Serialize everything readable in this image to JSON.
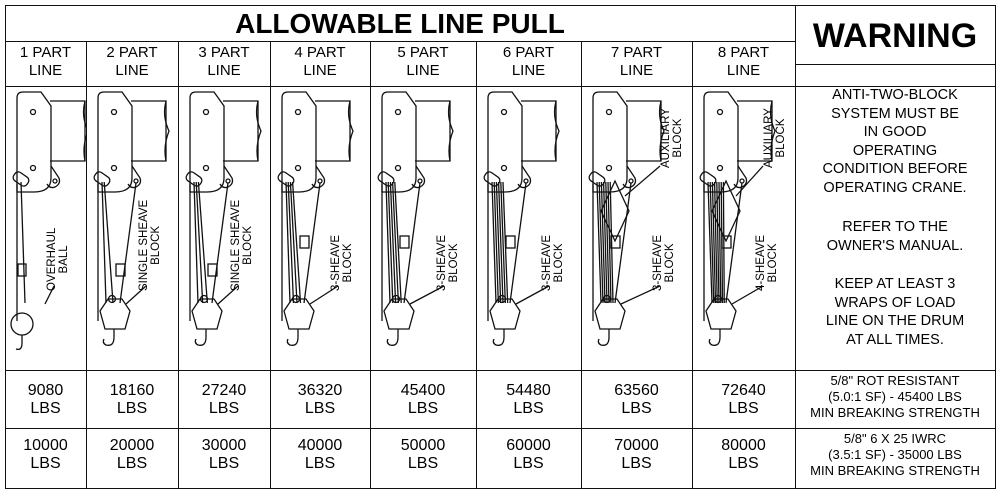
{
  "title": "ALLOWABLE LINE PULL",
  "warning": {
    "heading": "WARNING",
    "notes": [
      [
        "ANTI-TWO-BLOCK",
        "SYSTEM MUST BE",
        "IN GOOD",
        "OPERATING",
        "CONDITION BEFORE",
        "OPERATING CRANE."
      ],
      [
        "REFER TO THE",
        "OWNER'S MANUAL."
      ],
      [
        "KEEP AT LEAST 3",
        "WRAPS OF LOAD",
        "LINE ON THE DRUM",
        "AT ALL TIMES."
      ]
    ]
  },
  "columns": [
    {
      "line1": "1 PART",
      "line2": "LINE",
      "parts": 1,
      "block_label": [
        "OVERHAUL",
        "BALL"
      ],
      "aux_label": null,
      "rot": [
        "9080",
        "LBS"
      ],
      "iwrc": [
        "10000",
        "LBS"
      ]
    },
    {
      "line1": "2 PART",
      "line2": "LINE",
      "parts": 2,
      "block_label": [
        "SINGLE SHEAVE",
        "BLOCK"
      ],
      "aux_label": null,
      "rot": [
        "18160",
        "LBS"
      ],
      "iwrc": [
        "20000",
        "LBS"
      ]
    },
    {
      "line1": "3 PART",
      "line2": "LINE",
      "parts": 3,
      "block_label": [
        "SINGLE SHEAVE",
        "BLOCK"
      ],
      "aux_label": null,
      "rot": [
        "27240",
        "LBS"
      ],
      "iwrc": [
        "30000",
        "LBS"
      ]
    },
    {
      "line1": "4 PART",
      "line2": "LINE",
      "parts": 4,
      "block_label": [
        "3-SHEAVE",
        "BLOCK"
      ],
      "aux_label": null,
      "rot": [
        "36320",
        "LBS"
      ],
      "iwrc": [
        "40000",
        "LBS"
      ]
    },
    {
      "line1": "5 PART",
      "line2": "LINE",
      "parts": 5,
      "block_label": [
        "3-SHEAVE",
        "BLOCK"
      ],
      "aux_label": null,
      "rot": [
        "45400",
        "LBS"
      ],
      "iwrc": [
        "50000",
        "LBS"
      ]
    },
    {
      "line1": "6 PART",
      "line2": "LINE",
      "parts": 6,
      "block_label": [
        "3-SHEAVE",
        "BLOCK"
      ],
      "aux_label": null,
      "rot": [
        "54480",
        "LBS"
      ],
      "iwrc": [
        "60000",
        "LBS"
      ]
    },
    {
      "line1": "7 PART",
      "line2": "LINE",
      "parts": 7,
      "block_label": [
        "3-SHEAVE",
        "BLOCK"
      ],
      "aux_label": [
        "AUXILIARY",
        "BLOCK"
      ],
      "rot": [
        "63560",
        "LBS"
      ],
      "iwrc": [
        "70000",
        "LBS"
      ]
    },
    {
      "line1": "8 PART",
      "line2": "LINE",
      "parts": 8,
      "block_label": [
        "4-SHEAVE",
        "BLOCK"
      ],
      "aux_label": [
        "AUXILIARY",
        "BLOCK"
      ],
      "rot": [
        "72640",
        "LBS"
      ],
      "iwrc": [
        "80000",
        "LBS"
      ]
    }
  ],
  "specs": {
    "rot": [
      "5/8\" ROT RESISTANT",
      "(5.0:1 SF) - 45400 LBS",
      "MIN BREAKING STRENGTH"
    ],
    "iwrc": [
      "5/8\" 6 X 25 IWRC",
      "(3.5:1 SF) - 35000 LBS",
      "MIN BREAKING STRENGTH"
    ]
  }
}
